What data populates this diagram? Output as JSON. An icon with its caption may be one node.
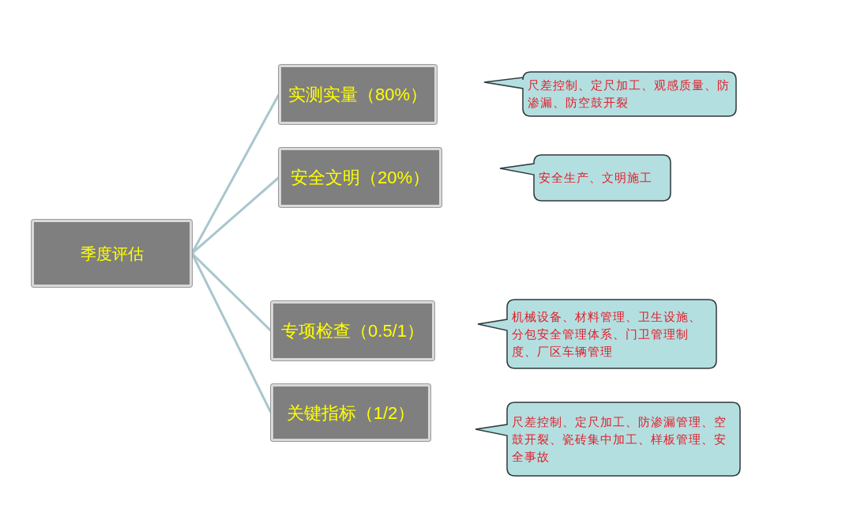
{
  "diagram": {
    "nodes": [
      {
        "text": [
          "季度评估"
        ]
      },
      {
        "text": [
          "实测实量（80%）"
        ]
      },
      {
        "text": [
          "安全文明（20%）"
        ]
      },
      {
        "text": [
          "专项检查（0.5/1）"
        ]
      },
      {
        "text": [
          "关键指标（1/2）"
        ]
      },
      {
        "text": [
          "尺差控制、定尺加工、观感质量、防渗漏、防空鼓开裂"
        ]
      },
      {
        "text": [
          "安全生产、文明施工"
        ]
      },
      {
        "text": [
          "机械设备、材料管理、卫生设施、分包安全管理体系、门卫管理制度、厂区车辆管理"
        ]
      },
      {
        "text": [
          "尺差控制、定尺加工、防渗漏管理、空鼓开裂、瓷砖集中加工、样板管理、安全事故"
        ]
      }
    ],
    "edges": [
      {
        "from": 0,
        "to": 1,
        "arrow": "none"
      },
      {
        "from": 0,
        "to": 2,
        "arrow": "none"
      },
      {
        "from": 0,
        "to": 3,
        "arrow": "none"
      },
      {
        "from": 0,
        "to": 4,
        "arrow": "none"
      }
    ]
  }
}
